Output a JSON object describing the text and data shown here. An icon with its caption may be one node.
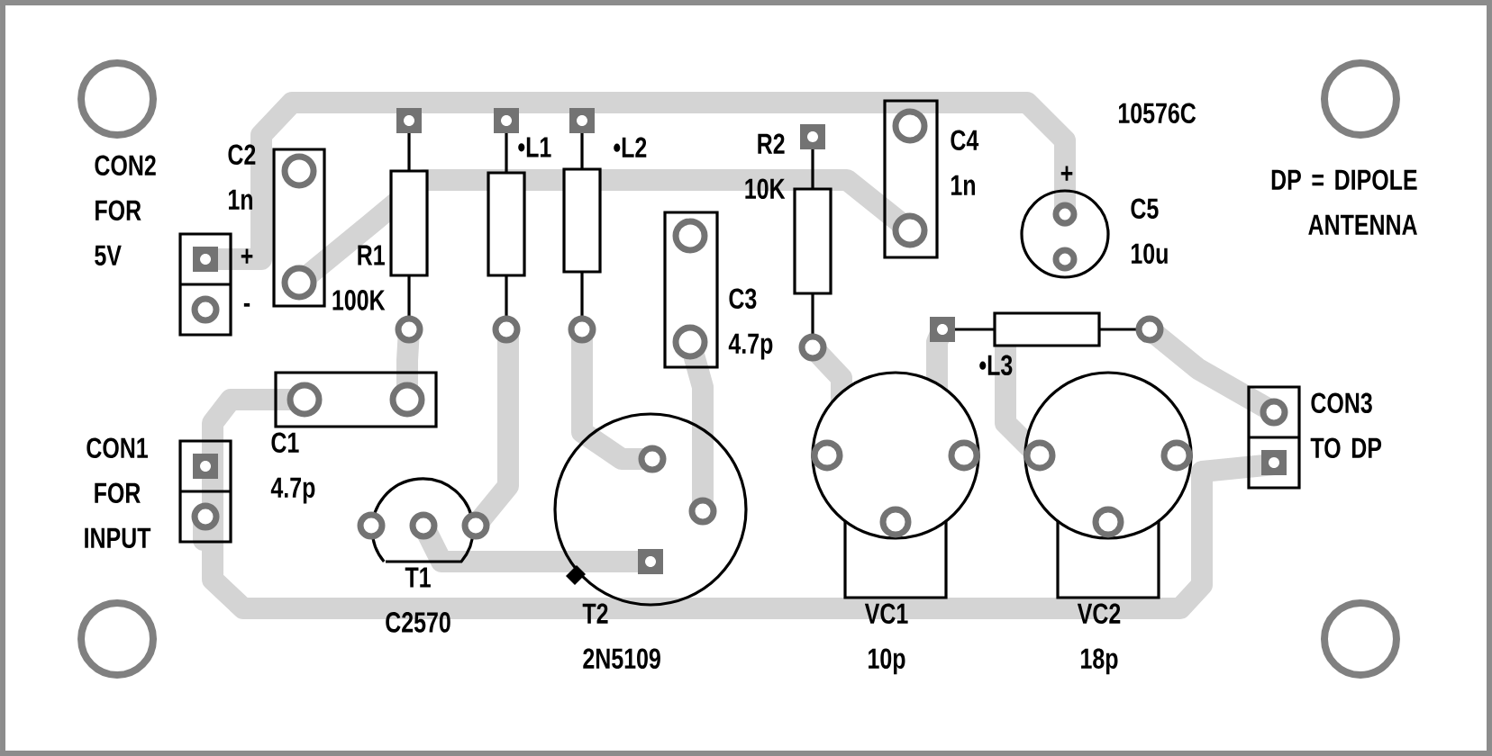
{
  "diagram": {
    "labels": [
      "C2 1n",
      "CON2 FOR 5V",
      "+",
      "-",
      "R1 100K",
      "•L1",
      "•L2",
      "R2 10K",
      "C3 4.7p",
      "C4 1n",
      "10576C",
      "+",
      "C5 10u",
      "DP = DIPOLE ANTENNA",
      "•L3",
      "CON1 FOR INPUT",
      "C1 4.7p",
      "CON3 TO DP",
      "T1 C2570",
      "T2 2N5109",
      "VC1 10p",
      "VC2 18p"
    ]
  }
}
